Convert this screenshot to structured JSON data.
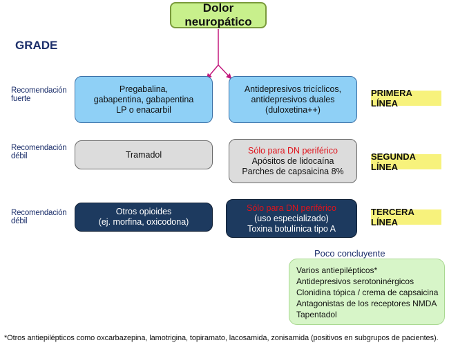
{
  "title": "Dolor neuropático",
  "grade": "GRADE",
  "recommendations": {
    "strong": [
      "Recomendación",
      "fuerte"
    ],
    "weak1": [
      "Recomendación",
      "débil"
    ],
    "weak2": [
      "Recomendación",
      "débil"
    ]
  },
  "rows": {
    "first": {
      "left": [
        "Pregabalina,",
        "gabapentina, gabapentina",
        "LP o enacarbil"
      ],
      "right": [
        "Antidepresivos tricíclicos,",
        "antidepresivos duales",
        "(duloxetina++)"
      ],
      "label": "PRIMERA LÍNEA"
    },
    "second": {
      "left": [
        "Tramadol"
      ],
      "right_highlight": "Sólo para DN periférico",
      "right": [
        "Apósitos de lidocaína",
        "Parches de capsaicina 8%"
      ],
      "label": "SEGUNDA LÍNEA"
    },
    "third": {
      "left": [
        "Otros opioides",
        "(ej. morfina, oxicodona)"
      ],
      "right_highlight": "Sólo para DN periférico",
      "right": [
        "(uso especializado)",
        "Toxina botulínica tipo A"
      ],
      "label": "TERCERA LÍNEA"
    }
  },
  "inconclusive": {
    "title": "Poco concluyente",
    "items": [
      "Varios antiepilépticos*",
      "Antidepresivos serotoninérgicos",
      "Clonidina tópica / crema de capsaicina",
      "Antagonistas de los receptores NMDA",
      "Tapentadol"
    ]
  },
  "footnote": "*Otros antiepilépticos como oxcarbazepina, lamotrigina, topiramato, lacosamida, zonisamida (positivos en subgrupos de pacientes).",
  "colors": {
    "arrow": "#c2187c",
    "title_fill": "#c8f08c",
    "first_fill": "#8fd0f6",
    "second_fill": "#dcdcdc",
    "third_fill": "#1d3a5f",
    "label_fill": "#f7f27c",
    "highlight": "#e0131b"
  }
}
